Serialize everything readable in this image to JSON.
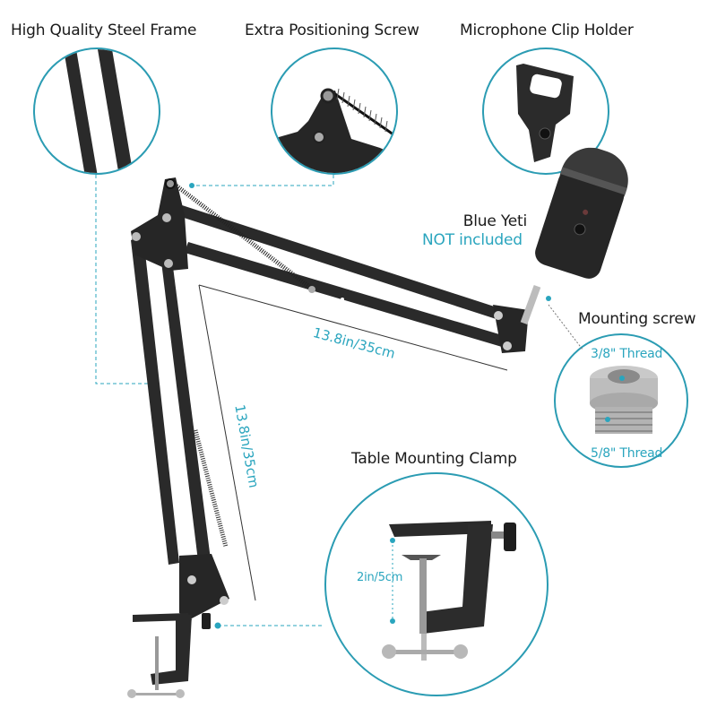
{
  "features": {
    "steel_frame": "High Quality Steel Frame",
    "positioning_screw": "Extra Positioning Screw",
    "clip_holder": "Microphone Clip Holder",
    "mounting_screw": "Mounting screw",
    "table_clamp": "Table Mounting Clamp"
  },
  "microphone": {
    "name": "Blue Yeti",
    "note": "NOT included"
  },
  "mounting_screw": {
    "top_thread": "3/8\" Thread",
    "bottom_thread": "5/8\" Thread"
  },
  "dimensions": {
    "horizontal_arm": "13.8in/35cm",
    "vertical_arm": "13.8in/35cm",
    "clamp_opening": "2in/5cm"
  },
  "colors": {
    "accent_teal": "#2aa5be",
    "circle_border": "#2b9cb3",
    "metal_dark": "#2a2a2a"
  }
}
